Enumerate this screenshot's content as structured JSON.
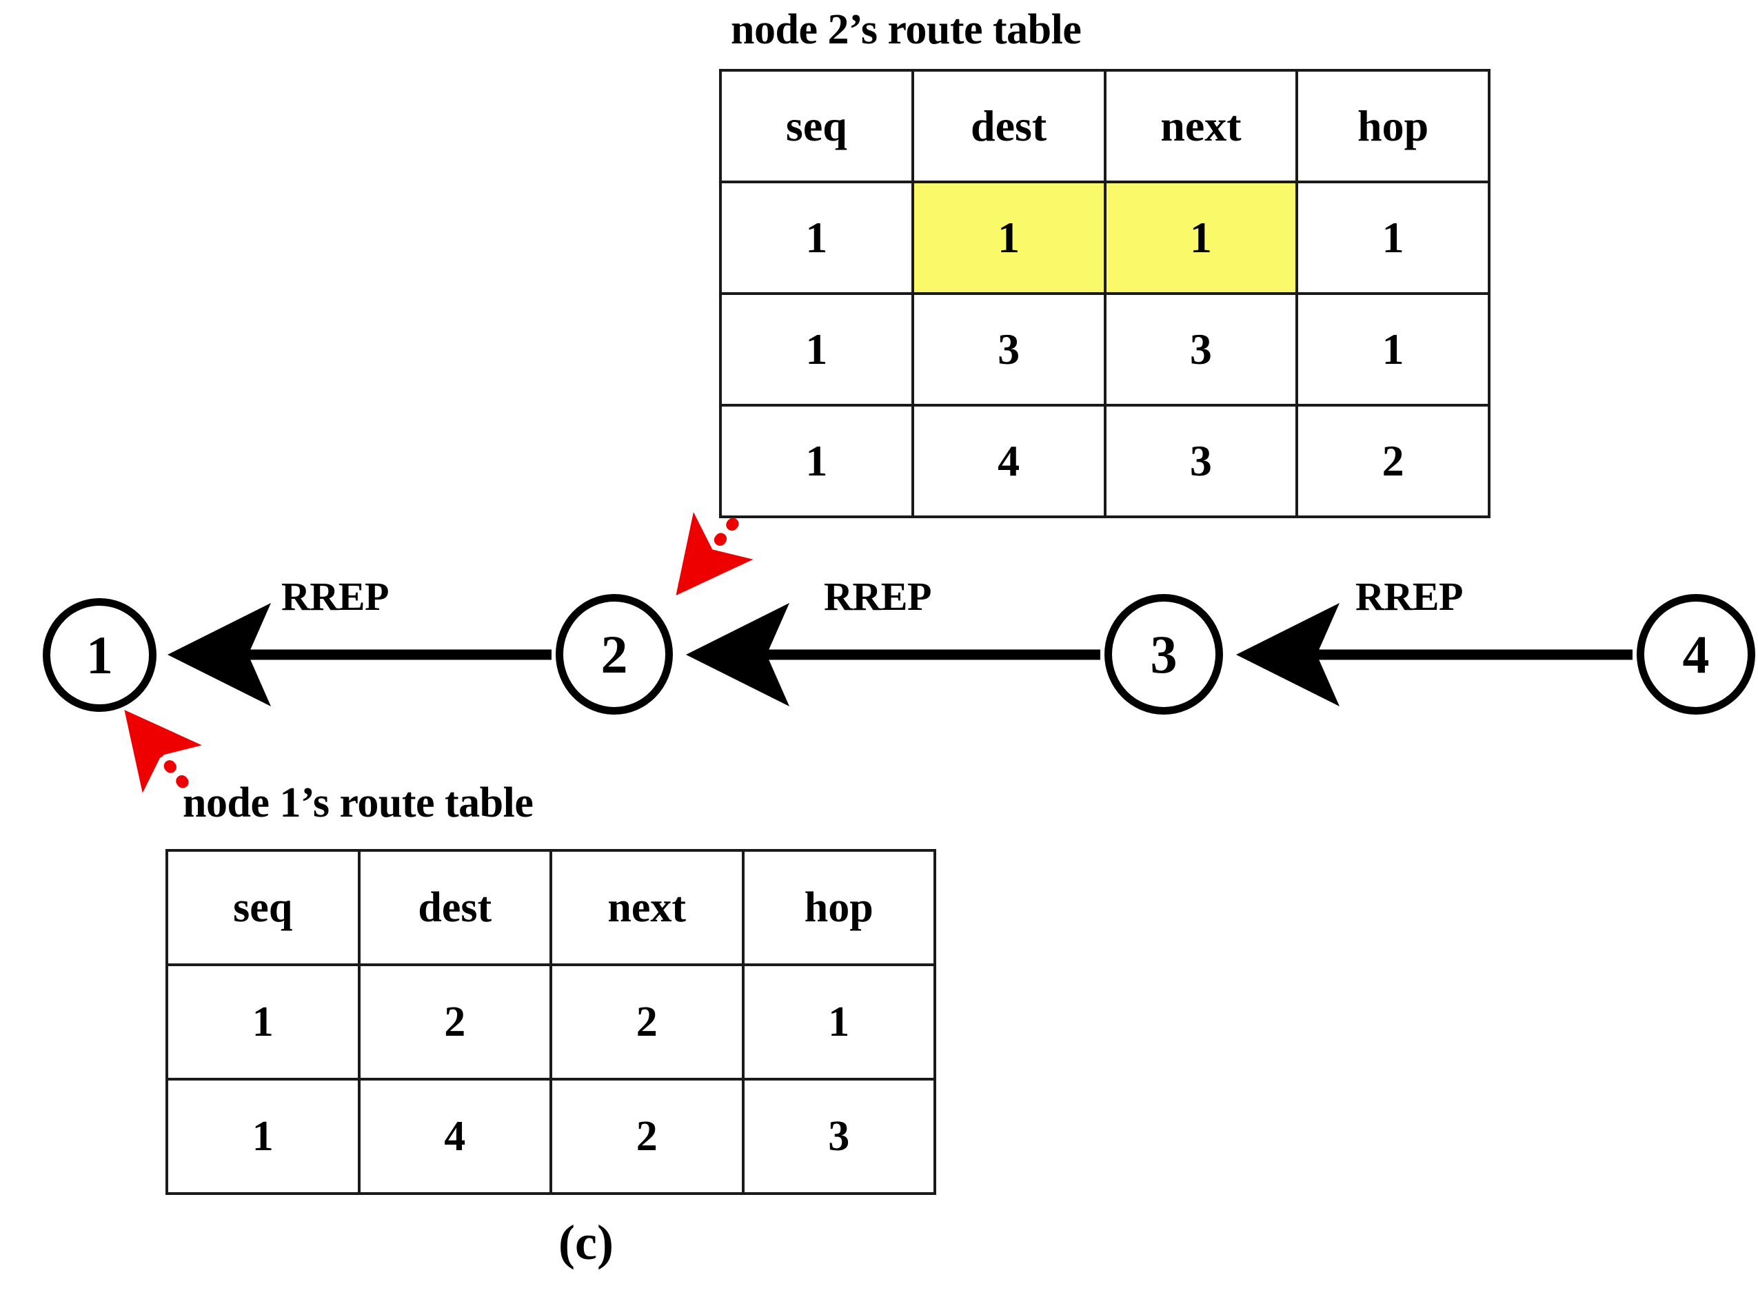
{
  "figure": {
    "caption": "(c)",
    "colors": {
      "highlight": "#f9f969",
      "stroke": "#000000",
      "annotation_arrow": "#ee0000",
      "background": "#ffffff"
    }
  },
  "tables": {
    "node2": {
      "title": "node 2’s route table",
      "columns": [
        "seq",
        "dest",
        "next",
        "hop"
      ],
      "rows": [
        {
          "seq": "1",
          "dest": "1",
          "next": "1",
          "hop": "1",
          "highlight": [
            "dest",
            "next"
          ]
        },
        {
          "seq": "1",
          "dest": "3",
          "next": "3",
          "hop": "1",
          "highlight": []
        },
        {
          "seq": "1",
          "dest": "4",
          "next": "3",
          "hop": "2",
          "highlight": []
        }
      ]
    },
    "node1": {
      "title": "node 1’s route table",
      "columns": [
        "seq",
        "dest",
        "next",
        "hop"
      ],
      "rows": [
        {
          "seq": "1",
          "dest": "2",
          "next": "2",
          "hop": "1",
          "highlight": []
        },
        {
          "seq": "1",
          "dest": "4",
          "next": "2",
          "hop": "3",
          "highlight": []
        }
      ]
    }
  },
  "topology": {
    "nodes": [
      {
        "id": "1",
        "label": "1"
      },
      {
        "id": "2",
        "label": "2"
      },
      {
        "id": "3",
        "label": "3"
      },
      {
        "id": "4",
        "label": "4"
      }
    ],
    "links": [
      {
        "from": "2",
        "to": "1",
        "label": "RREP"
      },
      {
        "from": "3",
        "to": "2",
        "label": "RREP"
      },
      {
        "from": "4",
        "to": "3",
        "label": "RREP"
      }
    ],
    "annotations": [
      {
        "target": "2",
        "points_to": "node 2’s route table"
      },
      {
        "target": "1",
        "points_to": "node 1’s route table"
      }
    ]
  }
}
